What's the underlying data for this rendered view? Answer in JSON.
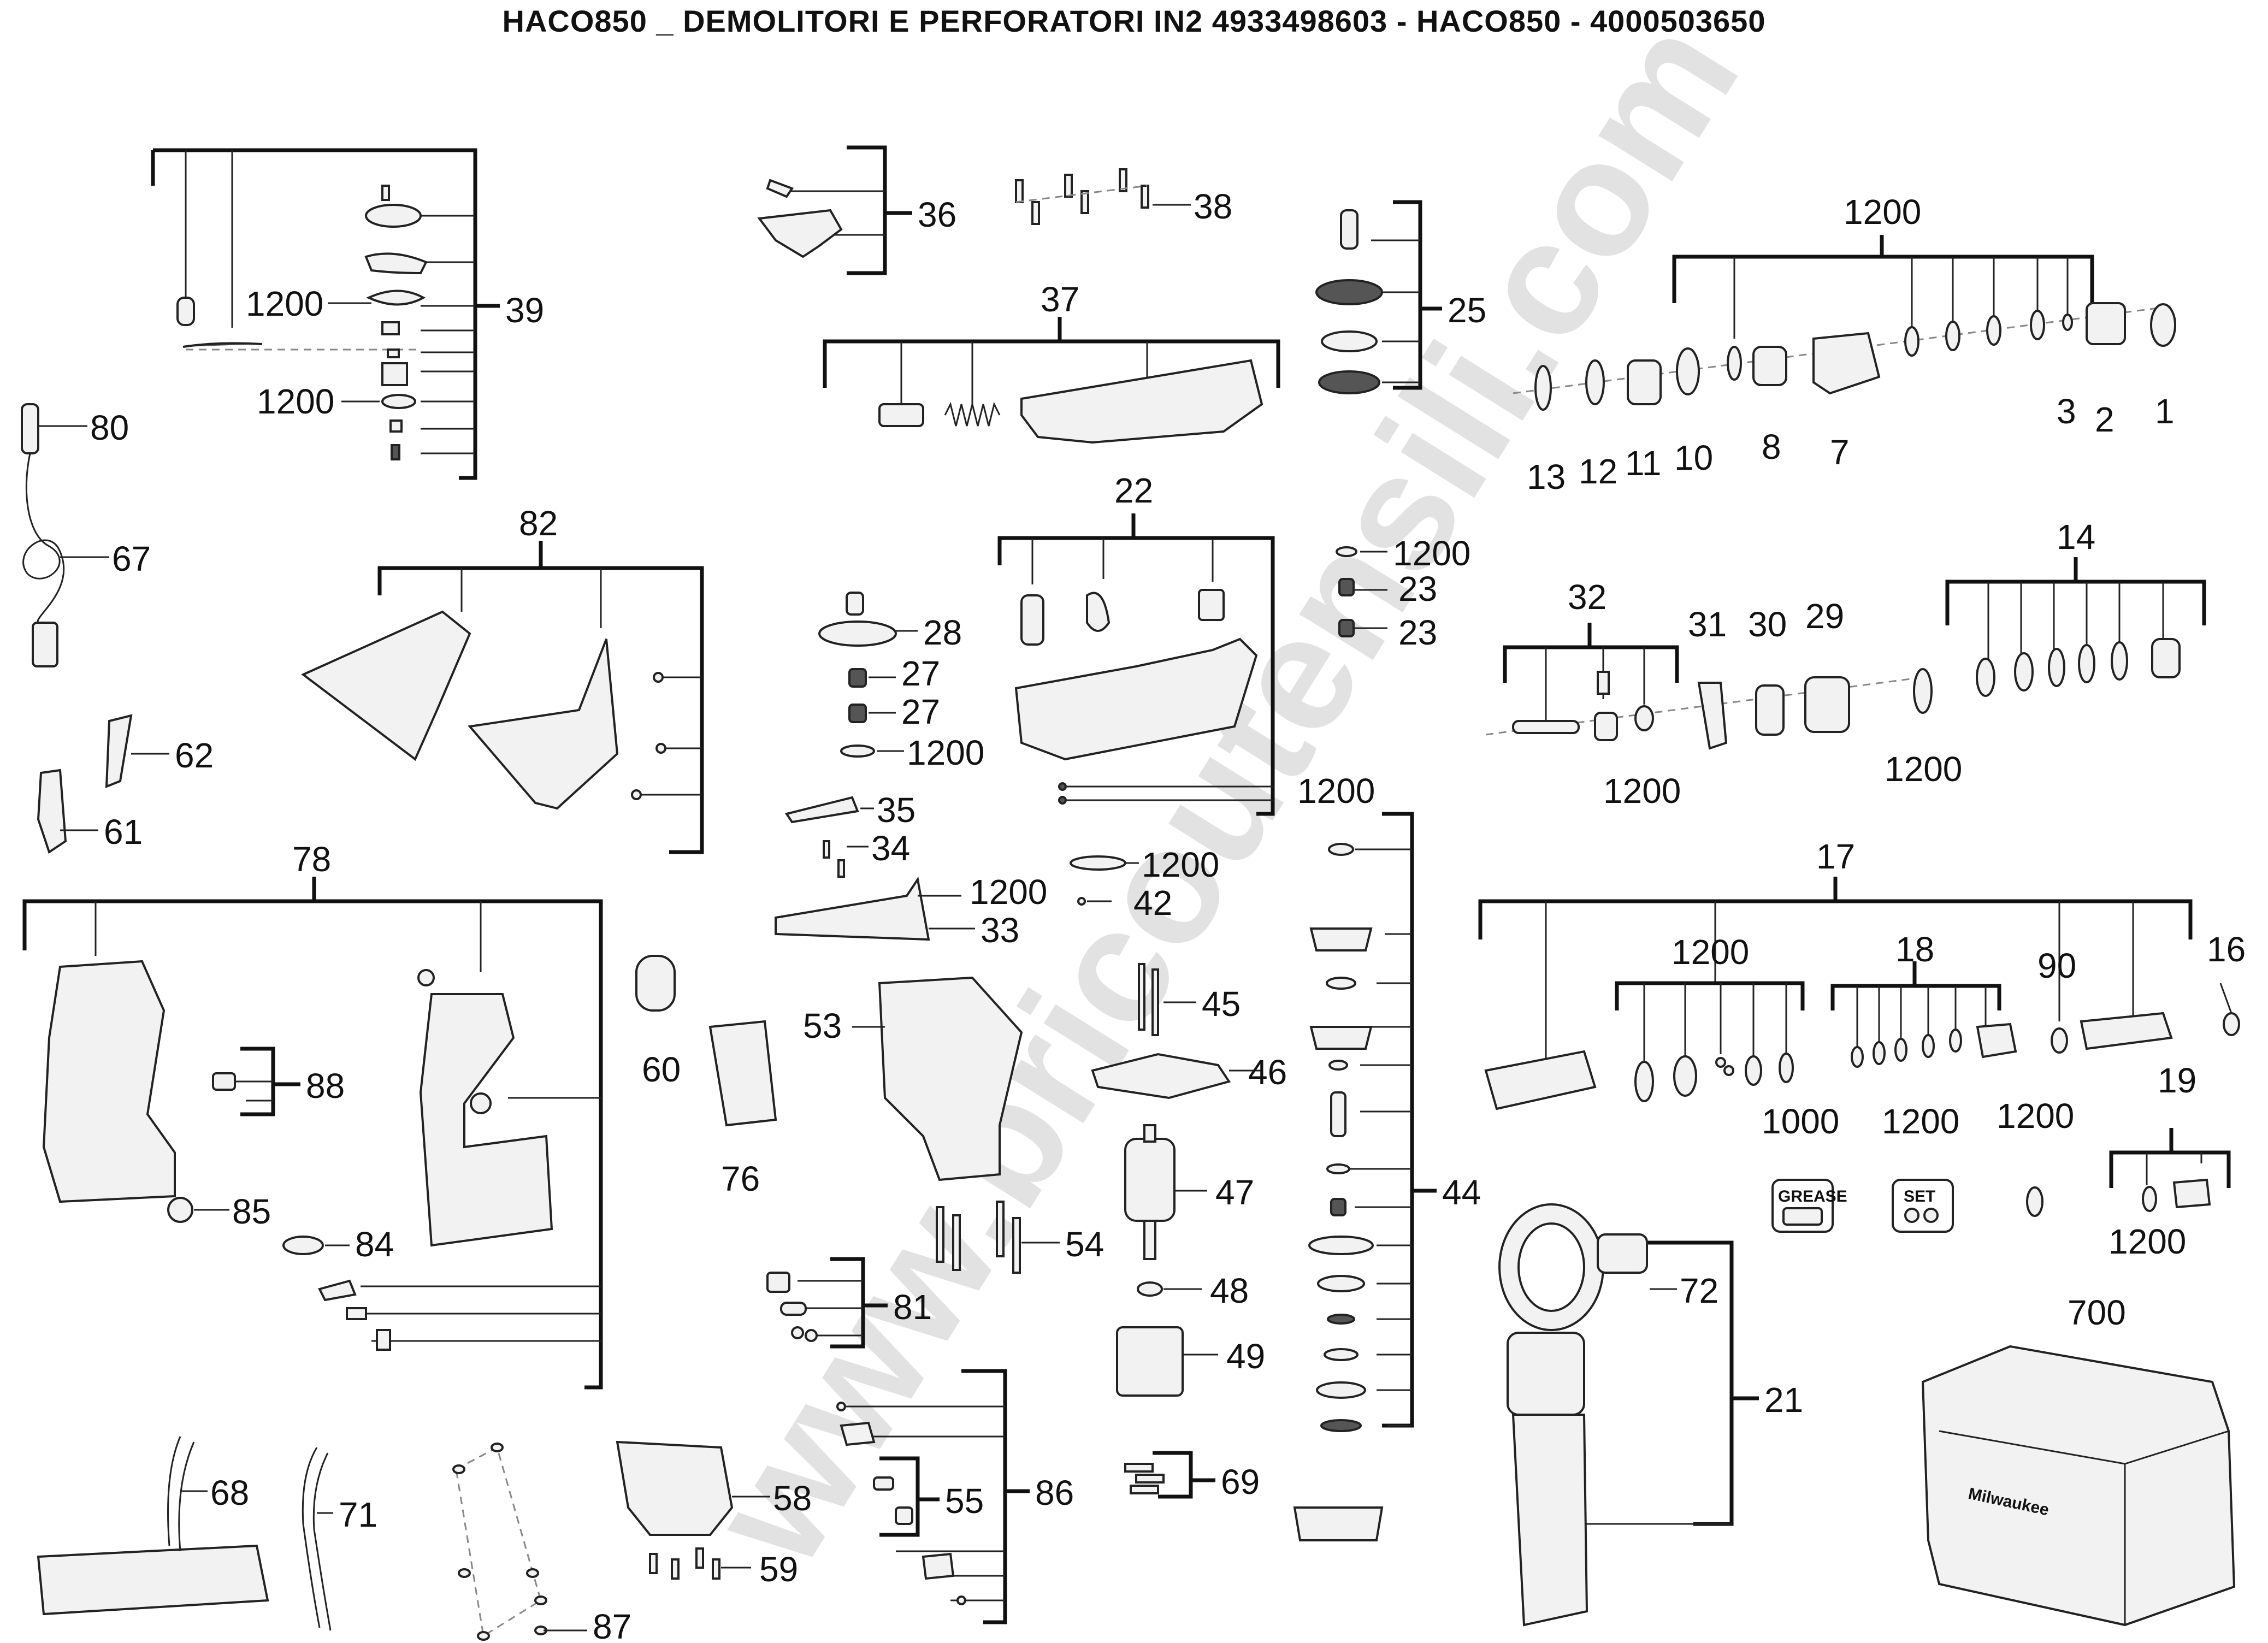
{
  "title": "HACO850 _ DEMOLITORI E PERFORATORI IN2 4933498603 - HACO850 - 4000503650",
  "watermark": "www.bricoutensili.com",
  "case_brand": "Milwaukee",
  "grease_label": "GREASE",
  "set_label": "SET",
  "labels": {
    "l39": "39",
    "l1200_a": "1200",
    "l1200_b": "1200",
    "l80": "80",
    "l67": "67",
    "l36": "36",
    "l38": "38",
    "l37": "37",
    "l25": "25",
    "l1200_top": "1200",
    "l13": "13",
    "l12": "12",
    "l11": "11",
    "l10": "10",
    "l8": "8",
    "l7": "7",
    "l3": "3",
    "l2": "2",
    "l1": "1",
    "l82": "82",
    "l22": "22",
    "l1200_c": "1200",
    "l23_a": "23",
    "l23_b": "23",
    "l28": "28",
    "l27_a": "27",
    "l27_b": "27",
    "l1200_d": "1200",
    "l32": "32",
    "l31": "31",
    "l30": "30",
    "l29": "29",
    "l14": "14",
    "l1200_e": "1200",
    "l1200_f": "1200",
    "l62": "62",
    "l61": "61",
    "l35": "35",
    "l34": "34",
    "l1200_g": "1200",
    "l42": "42",
    "l1200_h": "1200",
    "l33": "33",
    "l1200_i": "1200",
    "l17": "17",
    "l1200_j": "1200",
    "l18": "18",
    "l90": "90",
    "l16": "16",
    "l78": "78",
    "l60": "60",
    "l53": "53",
    "l76": "76",
    "l45": "45",
    "l46": "46",
    "l88": "88",
    "l44": "44",
    "l19": "19",
    "l1000": "1000",
    "l1200_k": "1200",
    "l1200_l": "1200",
    "l1200_m": "1200",
    "l85": "85",
    "l84": "84",
    "l47": "47",
    "l54": "54",
    "l48": "48",
    "l81": "81",
    "l72": "72",
    "l700": "700",
    "l49": "49",
    "l21": "21",
    "l68": "68",
    "l71": "71",
    "l58": "58",
    "l55": "55",
    "l86": "86",
    "l69": "69",
    "l59": "59",
    "l87": "87"
  }
}
